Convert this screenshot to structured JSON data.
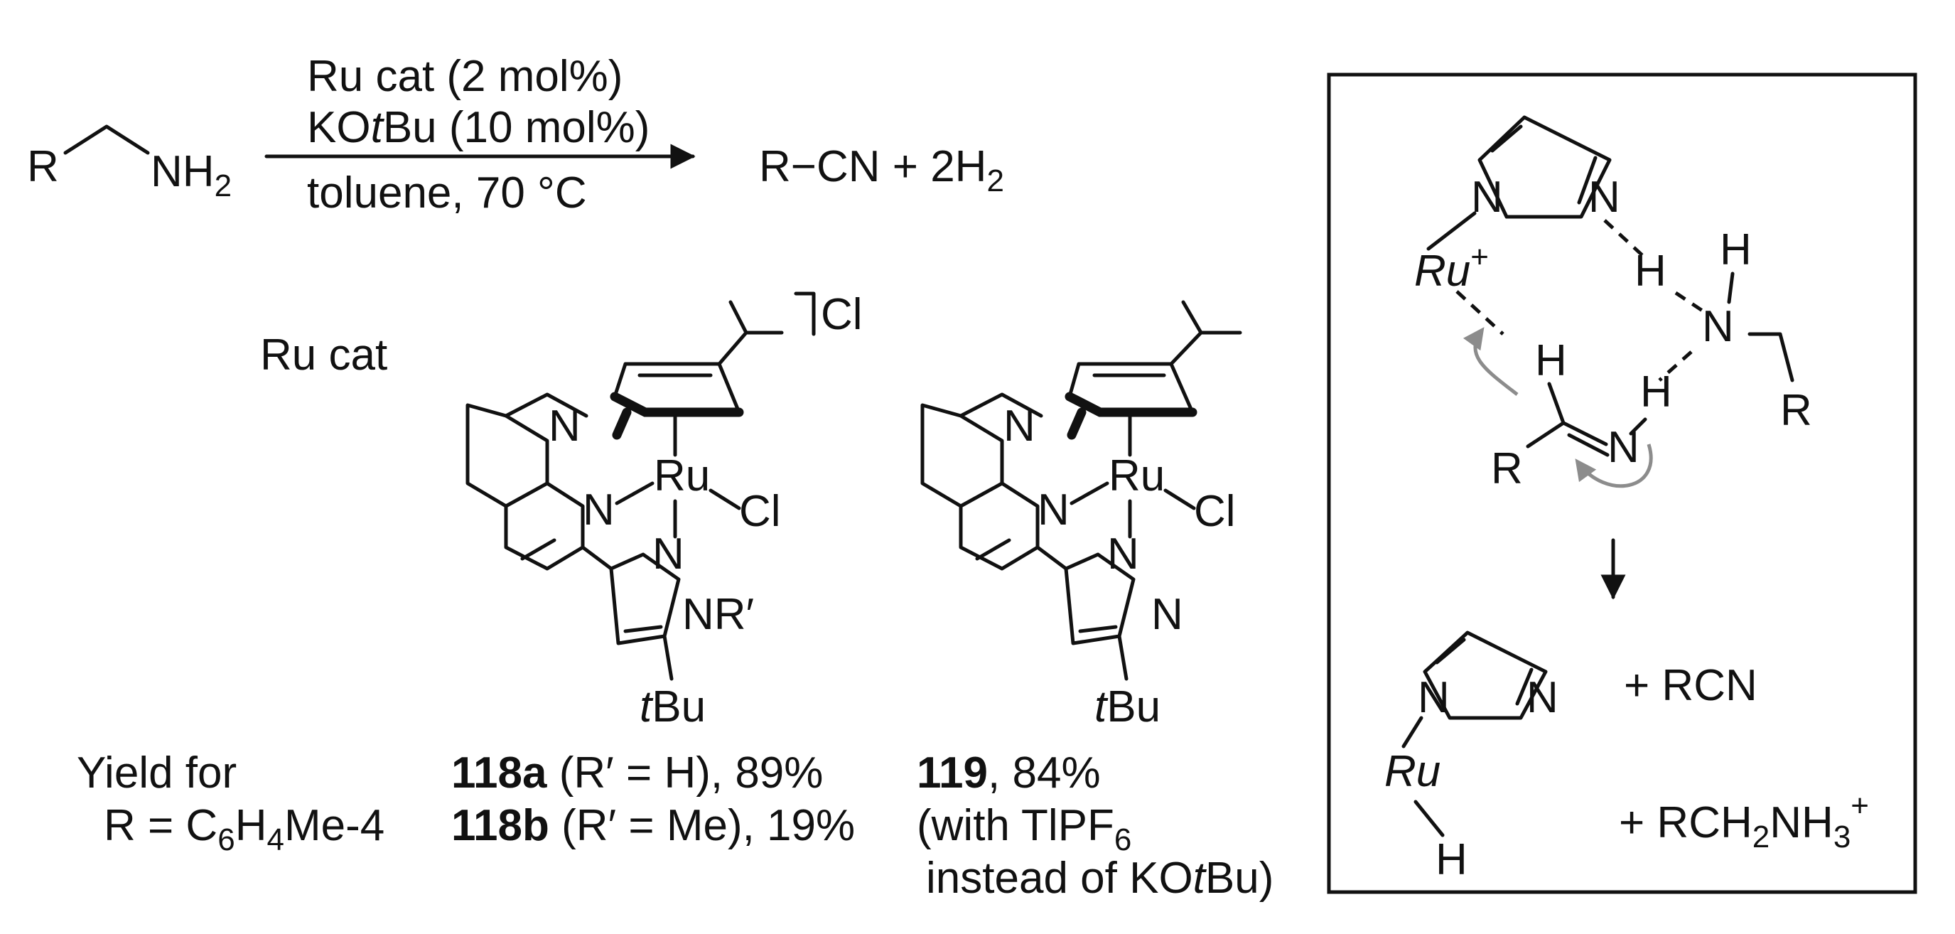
{
  "reaction": {
    "r_label": "R",
    "nh2_label": "NH",
    "nh2_sub": "2",
    "condition_1": "Ru cat (2 mol%)",
    "condition_2_pre": "KO",
    "condition_2_ital": "t",
    "condition_2_post": "Bu (10 mol%)",
    "condition_3": "toluene, 70 °C",
    "product_text": "R−CN  +  2H",
    "product_sub": "2"
  },
  "ru_cat": {
    "heading": "Ru cat",
    "n_atom": "N",
    "ru_atom": "Ru",
    "cl_atom": "Cl",
    "nr_label": "NR′",
    "tbu_ital": "t",
    "tbu_rest": "Bu",
    "counterion": "Cl"
  },
  "yields": {
    "label_1": "Yield for",
    "label_2_pre": "R = C",
    "label_2_sub1": "6",
    "label_2_mid": "H",
    "label_2_sub2": "4",
    "label_2_post": "Me-4",
    "c118a_bold": "118a",
    "c118a_rest": " (R′ = H), 89%",
    "c118b_bold": "118b",
    "c118b_rest": " (R′ = Me), 19%",
    "c119_bold": "119",
    "c119_rest": ", 84%",
    "c119_note1_pre": "(with TlPF",
    "c119_note1_sub": "6",
    "c119_note2_pre": "instead of KO",
    "c119_note2_ital": "t",
    "c119_note2_post": "Bu)"
  },
  "mechanism": {
    "ru_plus": "Ru",
    "plus_sign": "+",
    "n_atom": "N",
    "h_atom": "H",
    "r_label": "R",
    "ru_product": "Ru",
    "plus_rcn": "+  RCN",
    "plus_ammonium_pre": "+  RCH",
    "ammonium_sub1": "2",
    "ammonium_mid": "NH",
    "ammonium_sub2": "3",
    "ammonium_sup": "+"
  }
}
